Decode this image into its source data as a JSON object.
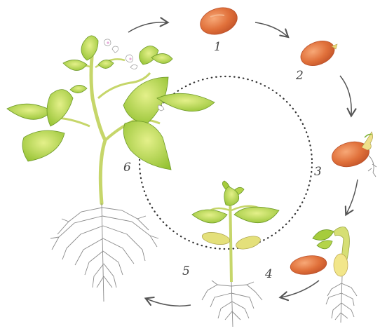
{
  "diagram": {
    "stage_labels": [
      "1",
      "2",
      "3",
      "4",
      "5",
      "6"
    ]
  },
  "colors": {
    "seed": "#e0703a",
    "seed_dark": "#c4552a",
    "leaf": "#a6cc3c",
    "leaf_light": "#d6ea6e",
    "stem": "#c6d66a",
    "cotyledon": "#f2e68a",
    "root": "#8a8a8a",
    "arrow": "#555555"
  }
}
